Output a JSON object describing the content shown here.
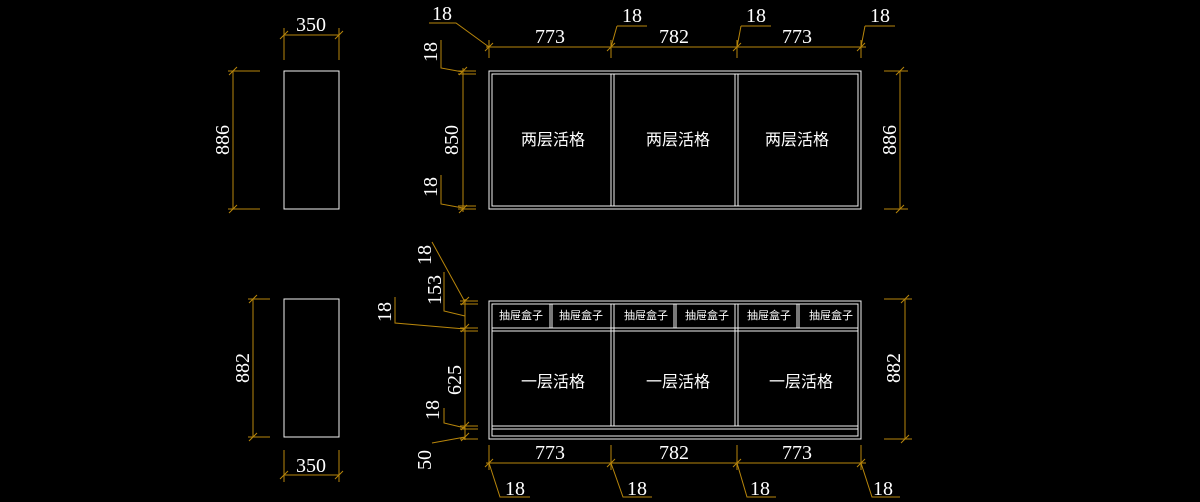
{
  "upper_cabinet": {
    "side_width": "350",
    "side_height": "886",
    "top_dims": [
      "773",
      "782",
      "773"
    ],
    "top_panel_dims": [
      "18",
      "18",
      "18",
      "18"
    ],
    "left_dims": {
      "top": "18",
      "middle": "850",
      "bottom": "18"
    },
    "right_height": "886",
    "compartments": [
      "两层活格",
      "两层活格",
      "两层活格"
    ]
  },
  "lower_cabinet": {
    "side_width": "350",
    "side_height": "882",
    "bottom_dims": [
      "773",
      "782",
      "773"
    ],
    "bottom_panel_dims": [
      "18",
      "18",
      "18",
      "18"
    ],
    "left_dims": {
      "top": "18",
      "drawer": "153",
      "divider": "18",
      "middle": "625",
      "bottom": "18",
      "base": "50"
    },
    "right_height": "882",
    "drawers": [
      "抽屉盒子",
      "抽屉盒子",
      "抽屉盒子",
      "抽屉盒子",
      "抽屉盒子",
      "抽屉盒子"
    ],
    "compartments": [
      "一层活格",
      "一层活格",
      "一层活格"
    ]
  },
  "colors": {
    "line": "#f2f2f2",
    "dimension": "#b8860b",
    "background": "#000000"
  }
}
